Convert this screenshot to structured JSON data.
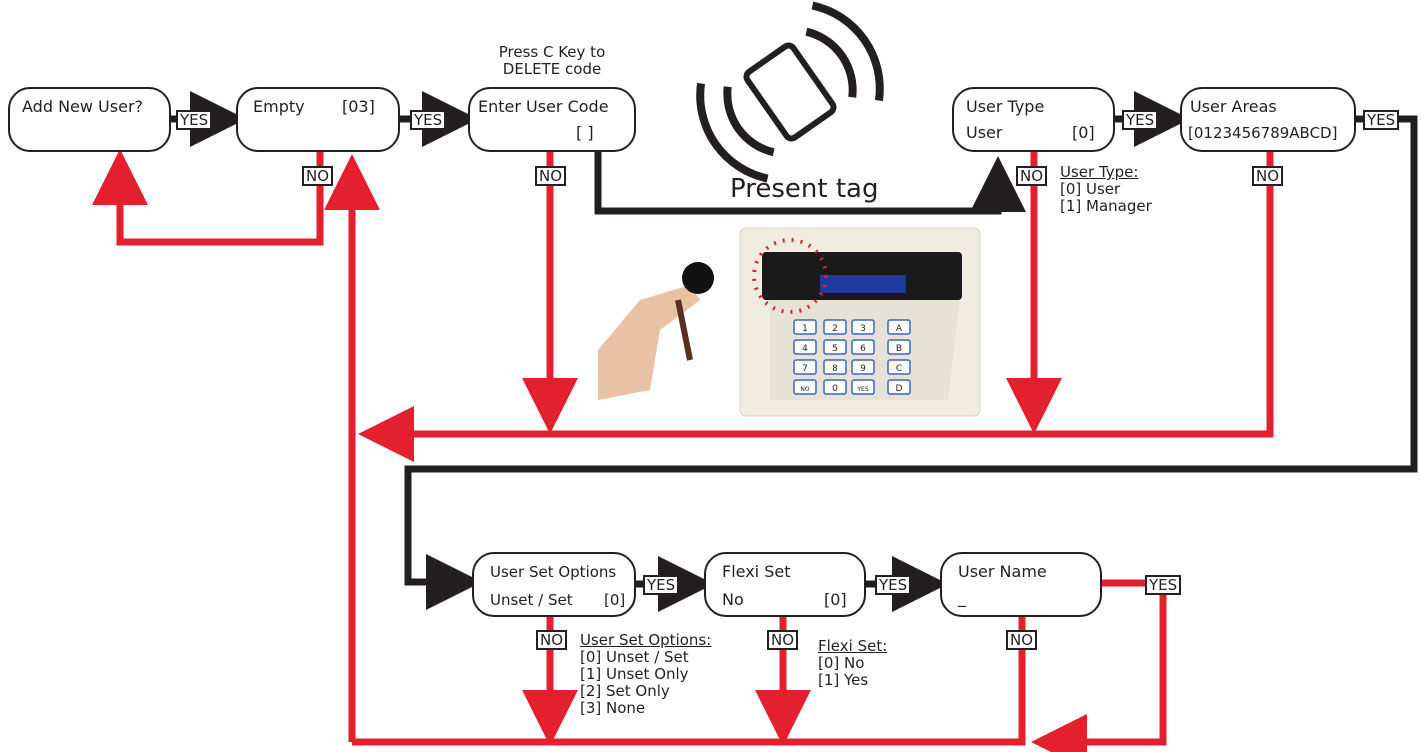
{
  "nodes": {
    "add_new_user": {
      "line1": "Add New User?",
      "line2": ""
    },
    "empty": {
      "line1": "Empty",
      "value": "[03]"
    },
    "enter_user_code": {
      "line1": "Enter User Code",
      "line2": "[        ]"
    },
    "user_type": {
      "line1": "User Type",
      "line2": "User",
      "value": "[0]"
    },
    "user_areas": {
      "line1": "User Areas",
      "line2": "[0123456789ABCD]"
    },
    "user_set_options": {
      "line1": "User Set Options",
      "line2": "Unset / Set",
      "value": "[0]"
    },
    "flexi_set": {
      "line1": "Flexi Set",
      "line2": "No",
      "value": "[0]"
    },
    "user_name": {
      "line1": "User Name",
      "line2": "_"
    }
  },
  "labels": {
    "yes": "YES",
    "no": "NO"
  },
  "hint_top": {
    "line1": "Press C Key to",
    "line2": "DELETE code"
  },
  "present_tag": "Present tag",
  "notes": {
    "user_type": {
      "title": "User Type:",
      "items": [
        "[0] User",
        "[1] Manager"
      ]
    },
    "user_set_options": {
      "title": "User Set Options:",
      "items": [
        "[0] Unset / Set",
        "[1] Unset Only",
        "[2] Set Only",
        "[3] None"
      ]
    },
    "flexi_set": {
      "title": "Flexi Set:",
      "items": [
        "[0] No",
        "[1] Yes"
      ]
    }
  },
  "keypad": {
    "keys": [
      "1",
      "2",
      "3",
      "A",
      "4",
      "5",
      "6",
      "B",
      "7",
      "8",
      "9",
      "C",
      "NO",
      "0",
      "YES",
      "D"
    ]
  },
  "colors": {
    "yes_path": "#231f20",
    "no_path": "#e5202e",
    "keypad_body": "#f0ece0",
    "display": "#1a1a1a",
    "lcd": "#1f3a9c"
  }
}
